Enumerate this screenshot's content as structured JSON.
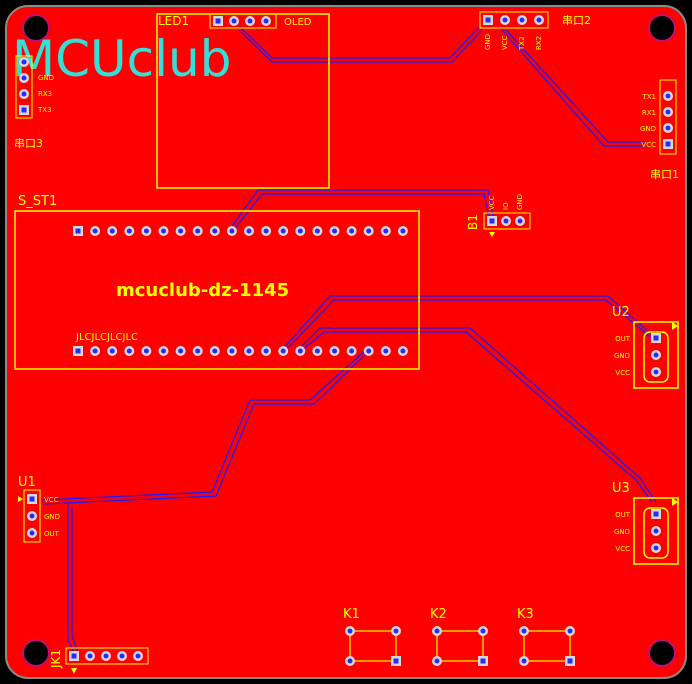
{
  "colors": {
    "background": "#000000",
    "board_fill": "#ff0000",
    "board_edge": "#8a8a8a",
    "silkscreen": "#ffff00",
    "trace": "#1a1aff",
    "logo": "#33e0d8",
    "pad": "#d8d8d8"
  },
  "logo": {
    "text": "MCUclub"
  },
  "main_module": {
    "ref": "S_ST1",
    "title": "mcuclub-dz-1145",
    "marking": "JLCJLCJLCJLC"
  },
  "components": {
    "led1": "LED1",
    "oled": "OLED",
    "uart2": "串口2",
    "uart3": "串口3",
    "uart1": "串口1",
    "b1": "B1",
    "u1": "U1",
    "u2": "U2",
    "u3": "U3",
    "jk1": "JK1",
    "k1": "K1",
    "k2": "K2",
    "k3": "K3"
  },
  "pin_labels": {
    "uart2": [
      "GND",
      "VCC",
      "TX2",
      "RX2"
    ],
    "uart3": [
      "GND",
      "RX3",
      "TX3"
    ],
    "uart1": [
      "TX1",
      "RX1",
      "GND",
      "VCC"
    ],
    "b1": [
      "VCC",
      "IO",
      "GND"
    ],
    "u1": [
      "VCC",
      "GND",
      "OUT"
    ],
    "u2": [
      "OUT",
      "GND",
      "VCC"
    ],
    "u3": [
      "OUT",
      "GND",
      "VCC"
    ]
  }
}
